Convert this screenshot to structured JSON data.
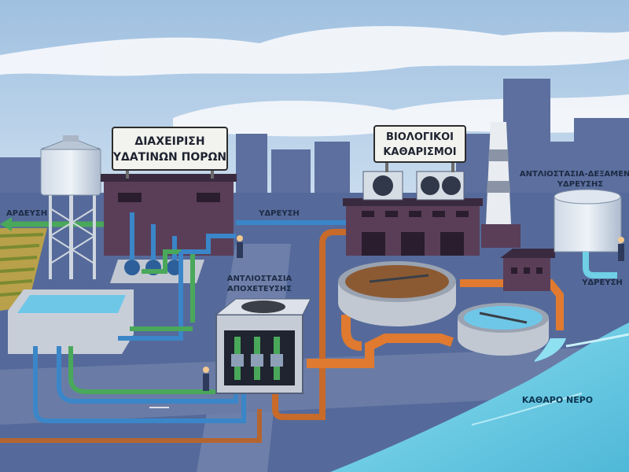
{
  "diagram": {
    "signs": {
      "water_management": [
        "ΔΙΑΧΕΙΡΙΣΗ",
        "ΥΔΑΤΙΝΩΝ ΠΟΡΩΝ"
      ],
      "biological": [
        "ΒΙΟΛΟΓΙΚΟΙ",
        "ΚΑΘΑΡΙΣΜΟΙ"
      ]
    },
    "labels": {
      "irrigation": "ΑΡΔΕΥΣΗ",
      "water_supply_center": "ΥΔΡΕΥΣΗ",
      "pumping_station": [
        "ΑΝΤΛΙΟΣΤΑΣΙΑ-ΔΕΞΑΜΕΝΕΣ",
        "ΥΔΡΕΥΣΗΣ"
      ],
      "water_supply_right": "ΥΔΡΕΥΣΗ",
      "sewage_pumping": [
        "ΑΝΤΛΙΟΣΤΑΣΙΑ",
        "ΑΠΟΧΕΤΕΥΣΗΣ"
      ],
      "clean_water": "ΚΑΘΑΡΟ ΝΕΡΟ"
    },
    "colors": {
      "sky": "#8fb2d6",
      "ground": "#556a9a",
      "clean_pipe": "#3a86c8",
      "green_pipe": "#4aa85a",
      "sewage_pipe": "#d8772e",
      "river": "#6fd0e6"
    }
  }
}
